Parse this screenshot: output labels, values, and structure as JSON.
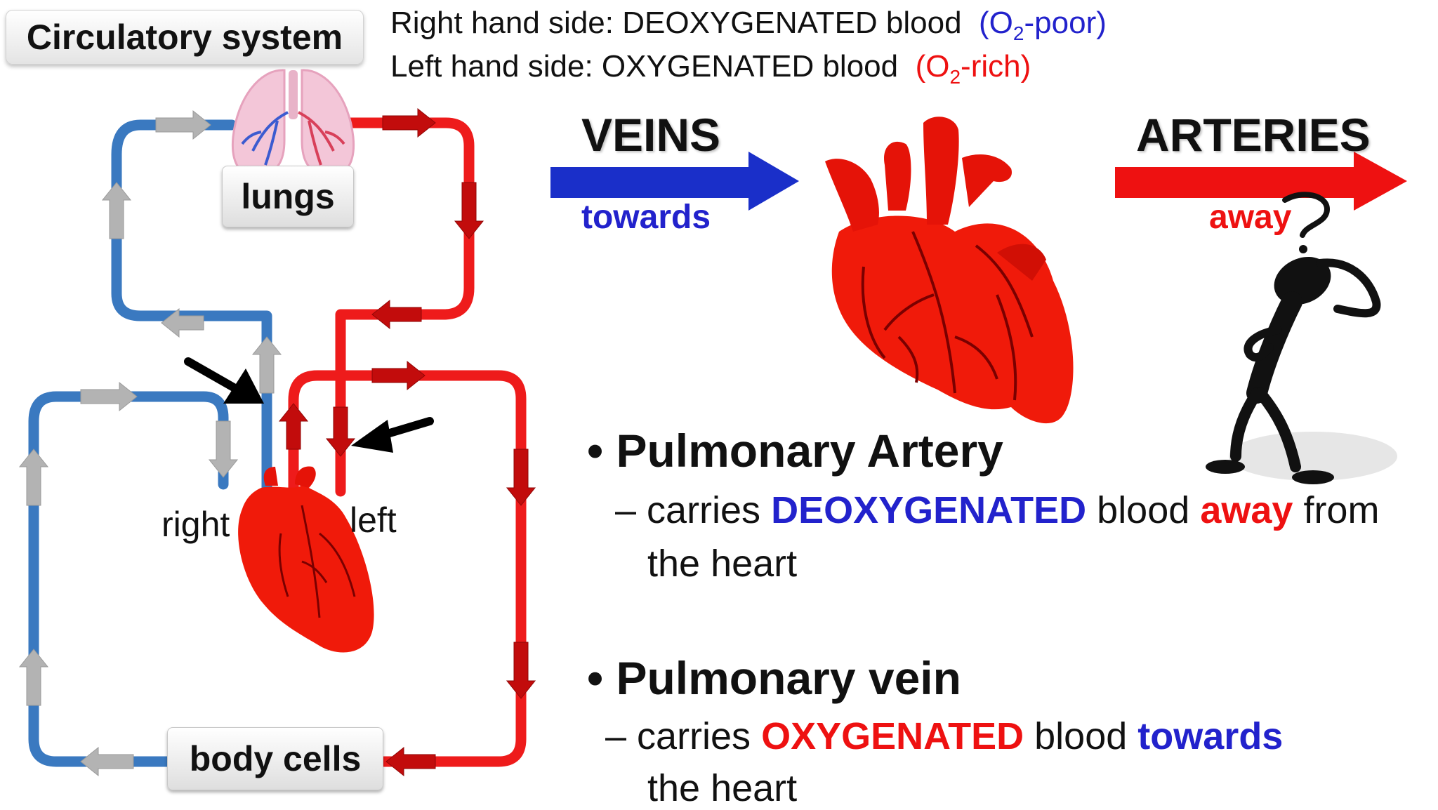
{
  "title": "Circulatory system",
  "header_notes": {
    "right_prefix": "Right hand side: DEOXYGENATED blood",
    "right_tag_pre": "(O",
    "right_tag_sub": "2",
    "right_tag_post": "-poor)",
    "left_prefix": "Left hand side: OXYGENATED blood",
    "left_tag_pre": "(O",
    "left_tag_sub": "2",
    "left_tag_post": "-rich)"
  },
  "diagram": {
    "lungs_label": "lungs",
    "body_cells_label": "body cells",
    "right_label": "right",
    "left_label": "left"
  },
  "veins": {
    "title": "VEINS",
    "sub": "towards"
  },
  "arteries": {
    "title": "ARTERIES",
    "sub": "away"
  },
  "bullets": {
    "artery_title": "Pulmonary Artery",
    "artery_dash": "– carries",
    "artery_kw1": "DEOXYGENATED",
    "artery_mid": "blood",
    "artery_kw2": "away",
    "artery_tail": "from",
    "artery_line2": "the heart",
    "vein_title": "Pulmonary vein",
    "vein_dash": "– carries",
    "vein_kw1": "OXYGENATED",
    "vein_mid": "blood",
    "vein_kw2": "towards",
    "vein_line2": "the heart"
  },
  "colors": {
    "deoxygenated": "#2f6db3",
    "oxygenated": "#e81818",
    "veins_arrow": "#1a2fc9",
    "arteries_arrow": "#ee1111",
    "heart": "#f01a0a"
  }
}
